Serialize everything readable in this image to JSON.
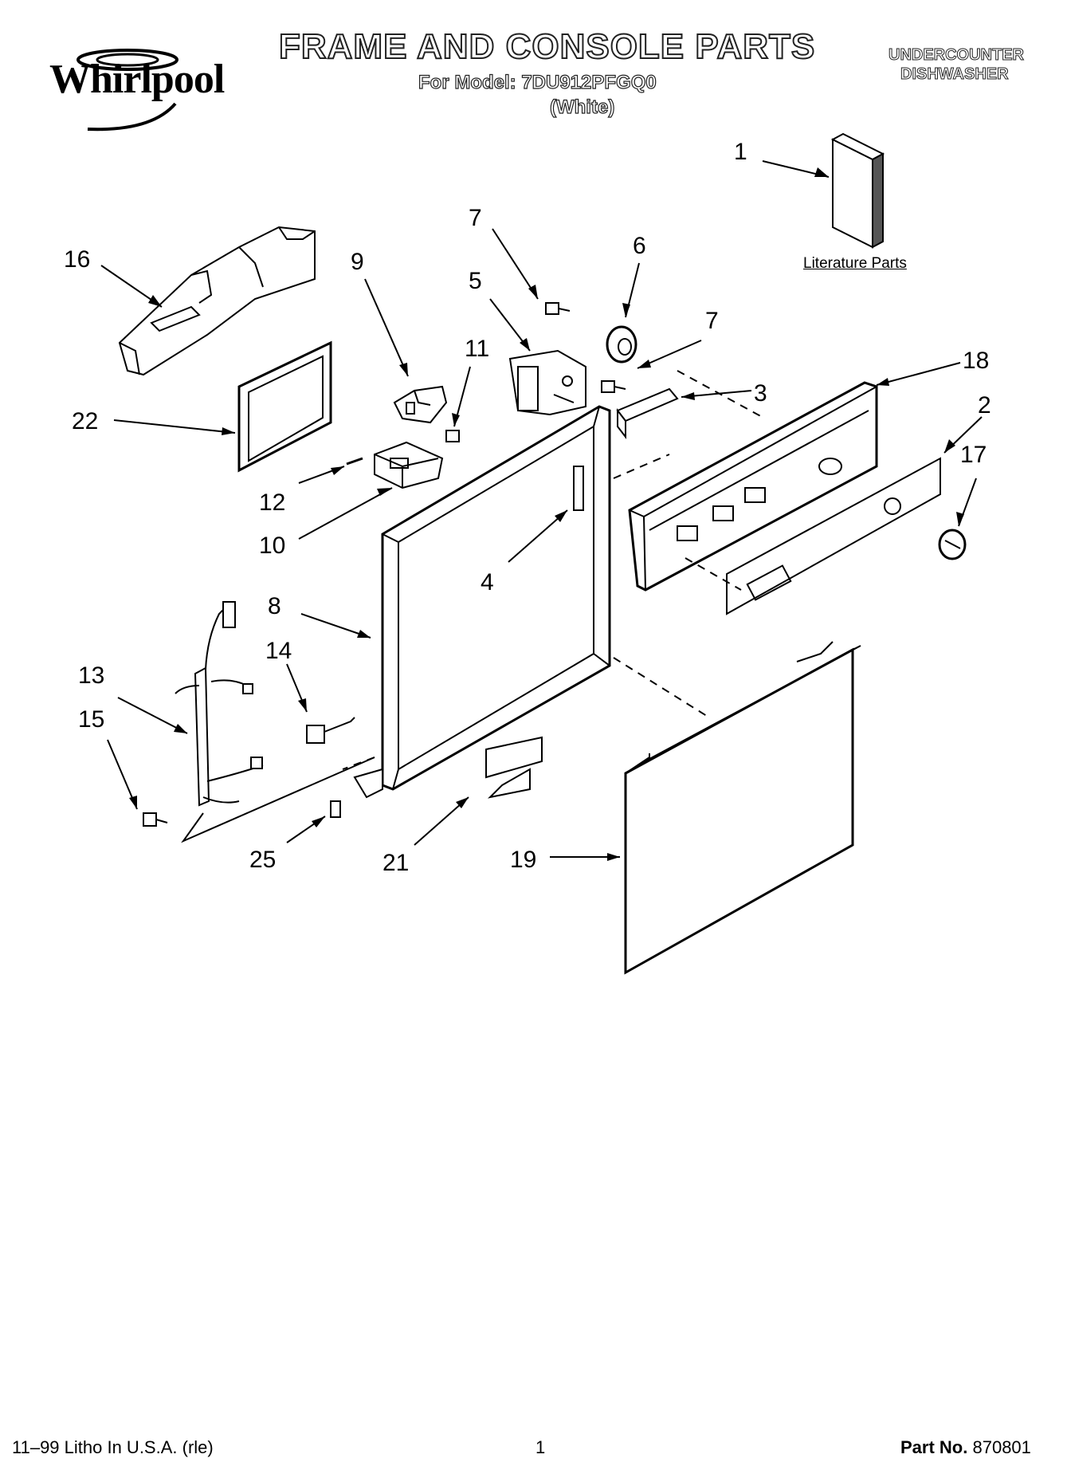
{
  "header": {
    "brand": "Whirlpool",
    "title": "FRAME AND CONSOLE PARTS",
    "model_line": "For Model: 7DU912PFGQ0",
    "color_line": "(White)",
    "product_type_line1": "UNDERCOUNTER",
    "product_type_line2": "DISHWASHER"
  },
  "literature_label": "Literature Parts",
  "callouts": [
    "1",
    "7",
    "6",
    "5",
    "7",
    "16",
    "9",
    "11",
    "18",
    "3",
    "22",
    "2",
    "17",
    "12",
    "10",
    "4",
    "8",
    "14",
    "13",
    "15",
    "25",
    "21",
    "19"
  ],
  "footer": {
    "litho": "11–99 Litho In U.S.A. (rle)",
    "page": "1",
    "part_no_label": "Part No.",
    "part_no_value": "870801"
  }
}
